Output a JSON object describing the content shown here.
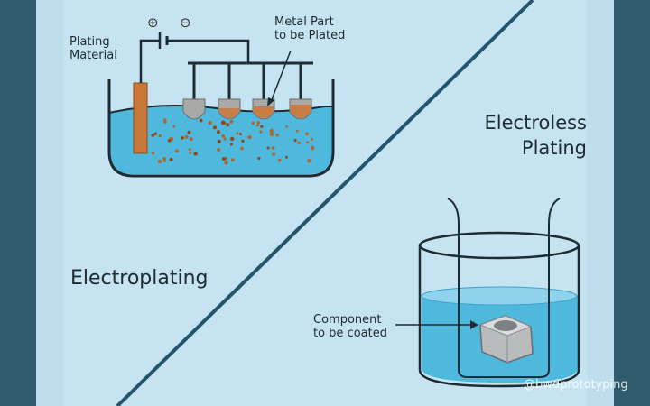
{
  "labels": {
    "plating_material": [
      "Plating",
      "Material"
    ],
    "metal_part": [
      "Metal Part",
      "to be Plated"
    ],
    "electroplating": "Electroplating",
    "electroless": [
      "Electroless",
      "Plating"
    ],
    "component": [
      "Component",
      "to be coated"
    ],
    "plus_sign": "⊕",
    "minus_sign": "⊖",
    "watermark": "@bwdprototyping"
  },
  "colors": {
    "panel": "#c6e3f2",
    "outer": "#2f5b6c",
    "water": "#4fb8dd",
    "water_light": "#8fd2ec",
    "copper": "#c9783a",
    "metal_part": "#a9aaa8",
    "outline": "#1d2b33",
    "diagonal": "#23566c"
  }
}
